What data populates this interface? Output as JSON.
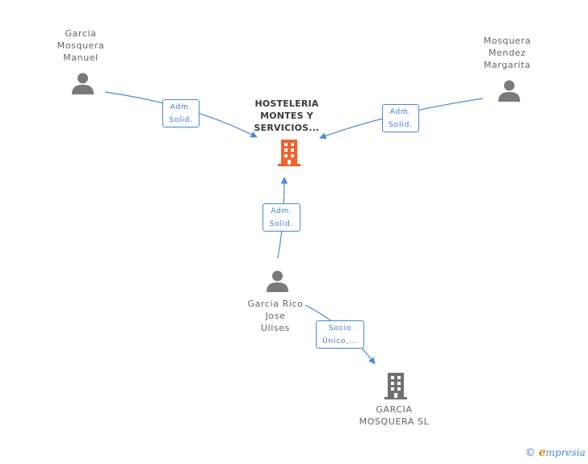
{
  "colors": {
    "edge": "#4a8ad8",
    "focus_company": "#f4612c",
    "company": "#707070",
    "person": "#7a7a7a"
  },
  "nodes": {
    "person_garcia_mosquera": {
      "type": "person",
      "lines": [
        "Garcia",
        "Mosquera",
        "Manuel"
      ]
    },
    "person_mosquera_mendez": {
      "type": "person",
      "lines": [
        "Mosquera",
        "Mendez",
        "Margarita"
      ]
    },
    "company_hosteleria": {
      "type": "company-focus",
      "lines": [
        "HOSTELERIA",
        "MONTES Y",
        "SERVICIOS..."
      ]
    },
    "person_garcia_rico": {
      "type": "person",
      "lines": [
        "Garcia Rico",
        "Jose",
        "Ulises"
      ]
    },
    "company_garcia_mosquera_sl": {
      "type": "company",
      "lines": [
        "GARCIA",
        "MOSQUERA SL"
      ]
    }
  },
  "edges": {
    "e1": {
      "from": "Garcia Mosquera Manuel",
      "to": "HOSTELERIA MONTES Y SERVICIOS...",
      "lines": [
        "Adm.",
        "Solid."
      ]
    },
    "e2": {
      "from": "Mosquera Mendez Margarita",
      "to": "HOSTELERIA MONTES Y SERVICIOS...",
      "lines": [
        "Adm.",
        "Solid."
      ]
    },
    "e3": {
      "from": "Garcia Rico Jose Ulises",
      "to": "HOSTELERIA MONTES Y SERVICIOS...",
      "lines": [
        "Adm.",
        "Solid."
      ]
    },
    "e4": {
      "from": "Garcia Rico Jose Ulises",
      "to": "GARCIA MOSQUERA SL",
      "lines": [
        "Socio",
        "Único,..."
      ]
    }
  },
  "brand": {
    "copyright": "©",
    "initial": "e",
    "rest": "mpresia"
  }
}
